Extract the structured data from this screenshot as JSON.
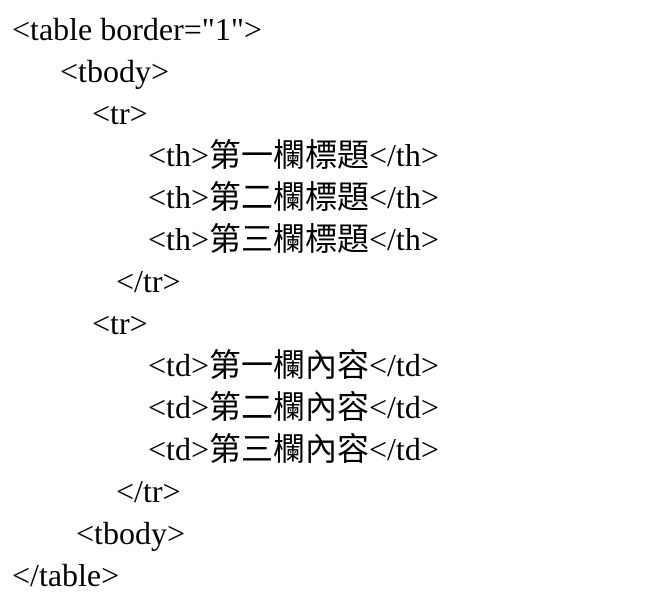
{
  "code": {
    "language": "html",
    "text_color": "#000000",
    "background_color": "#ffffff",
    "lines": [
      {
        "text": "<table border=\"1\">"
      },
      {
        "text": "      <tbody>"
      },
      {
        "text": "          <tr>"
      },
      {
        "text": "                 <th>第一欄標題</th>"
      },
      {
        "text": "                 <th>第二欄標題</th>"
      },
      {
        "text": "                 <th>第三欄標題</th>"
      },
      {
        "text": "             </tr>"
      },
      {
        "text": "          <tr>"
      },
      {
        "text": "                 <td>第一欄內容</td>"
      },
      {
        "text": "                 <td>第二欄內容</td>"
      },
      {
        "text": "                 <td>第三欄內容</td>"
      },
      {
        "text": "             </tr>"
      },
      {
        "text": "        <tbody>"
      },
      {
        "text": "</table>"
      }
    ]
  }
}
